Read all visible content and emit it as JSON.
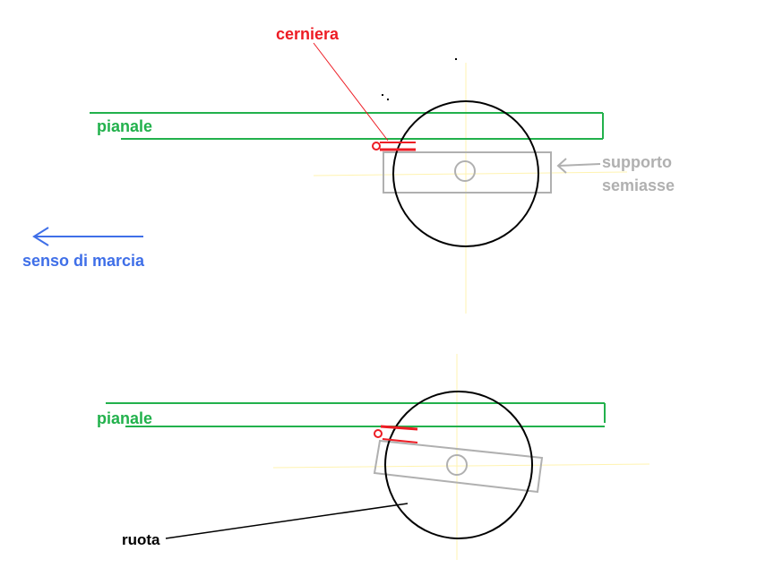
{
  "labels": {
    "hinge": "cerniera",
    "deck_top": "pianale",
    "axle_support": "supporto semiasse",
    "axle_support_line1": "supporto",
    "axle_support_line2": "semiasse",
    "direction": "senso di marcia",
    "deck_bottom": "pianale",
    "wheel": "ruota"
  },
  "colors": {
    "deck": "#22b14c",
    "hinge": "#ed1c24",
    "support": "#b0b0b0",
    "direction": "#3f6fe8",
    "wheel": "#000000",
    "axis": "#fff3b0"
  }
}
